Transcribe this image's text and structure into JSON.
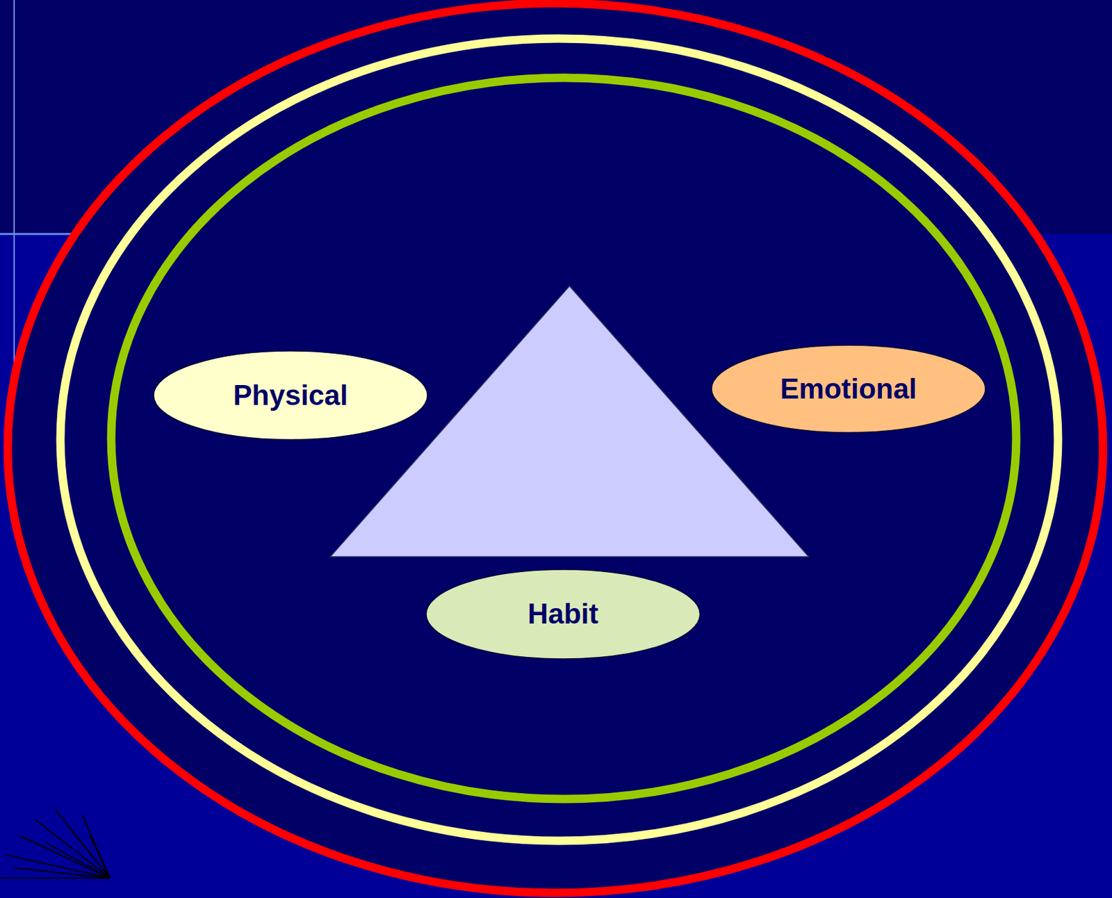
{
  "diagram": {
    "nodes": [
      {
        "text": [
          "Physical"
        ]
      },
      {
        "text": [
          "Emotional"
        ]
      },
      {
        "text": [
          "Habit"
        ]
      }
    ],
    "edges": []
  }
}
